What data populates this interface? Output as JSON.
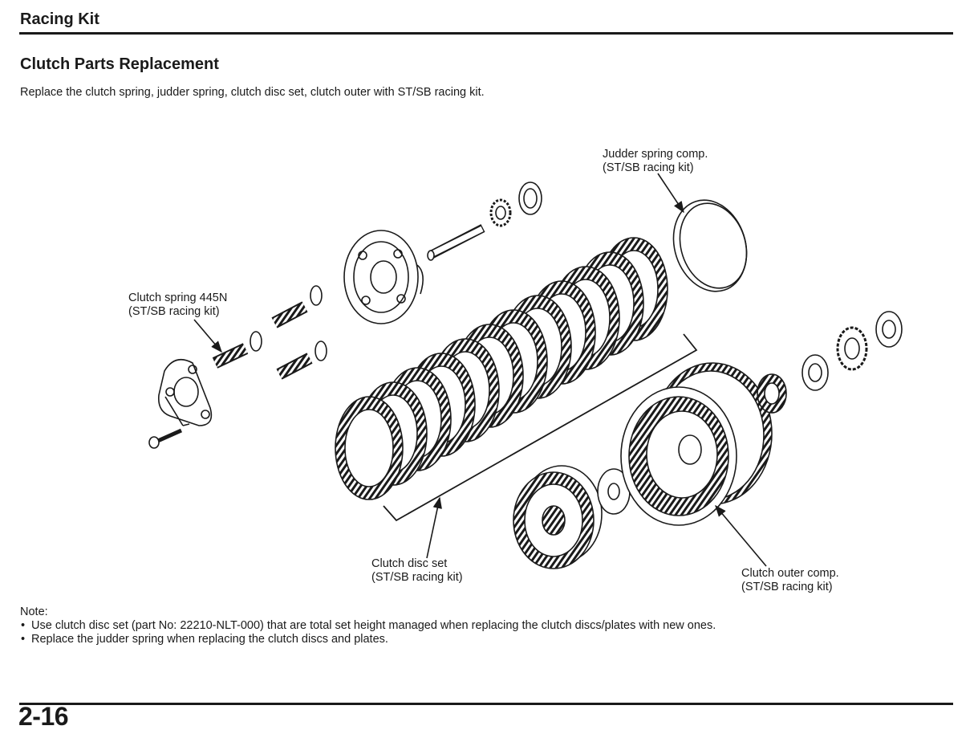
{
  "header": {
    "title": "Racing Kit"
  },
  "section": {
    "title": "Clutch Parts Replacement",
    "intro": "Replace the clutch spring, judder spring, clutch disc set, clutch outer with ST/SB racing kit."
  },
  "callouts": {
    "judder_spring": {
      "line1": "Judder spring comp.",
      "line2": "(ST/SB racing kit)"
    },
    "clutch_spring": {
      "line1": "Clutch spring 445N",
      "line2": "(ST/SB racing kit)"
    },
    "clutch_disc_set": {
      "line1": "Clutch disc set",
      "line2": "(ST/SB racing kit)"
    },
    "clutch_outer": {
      "line1": "Clutch outer comp.",
      "line2": "(ST/SB racing kit)"
    }
  },
  "note": {
    "label": "Note:",
    "items": [
      "Use clutch disc set (part No: 22210-NLT-000) that are total set height managed when replacing the clutch discs/plates with new ones.",
      "Replace the judder spring when replacing the clutch discs and plates."
    ]
  },
  "footer": {
    "page_number": "2-16"
  }
}
